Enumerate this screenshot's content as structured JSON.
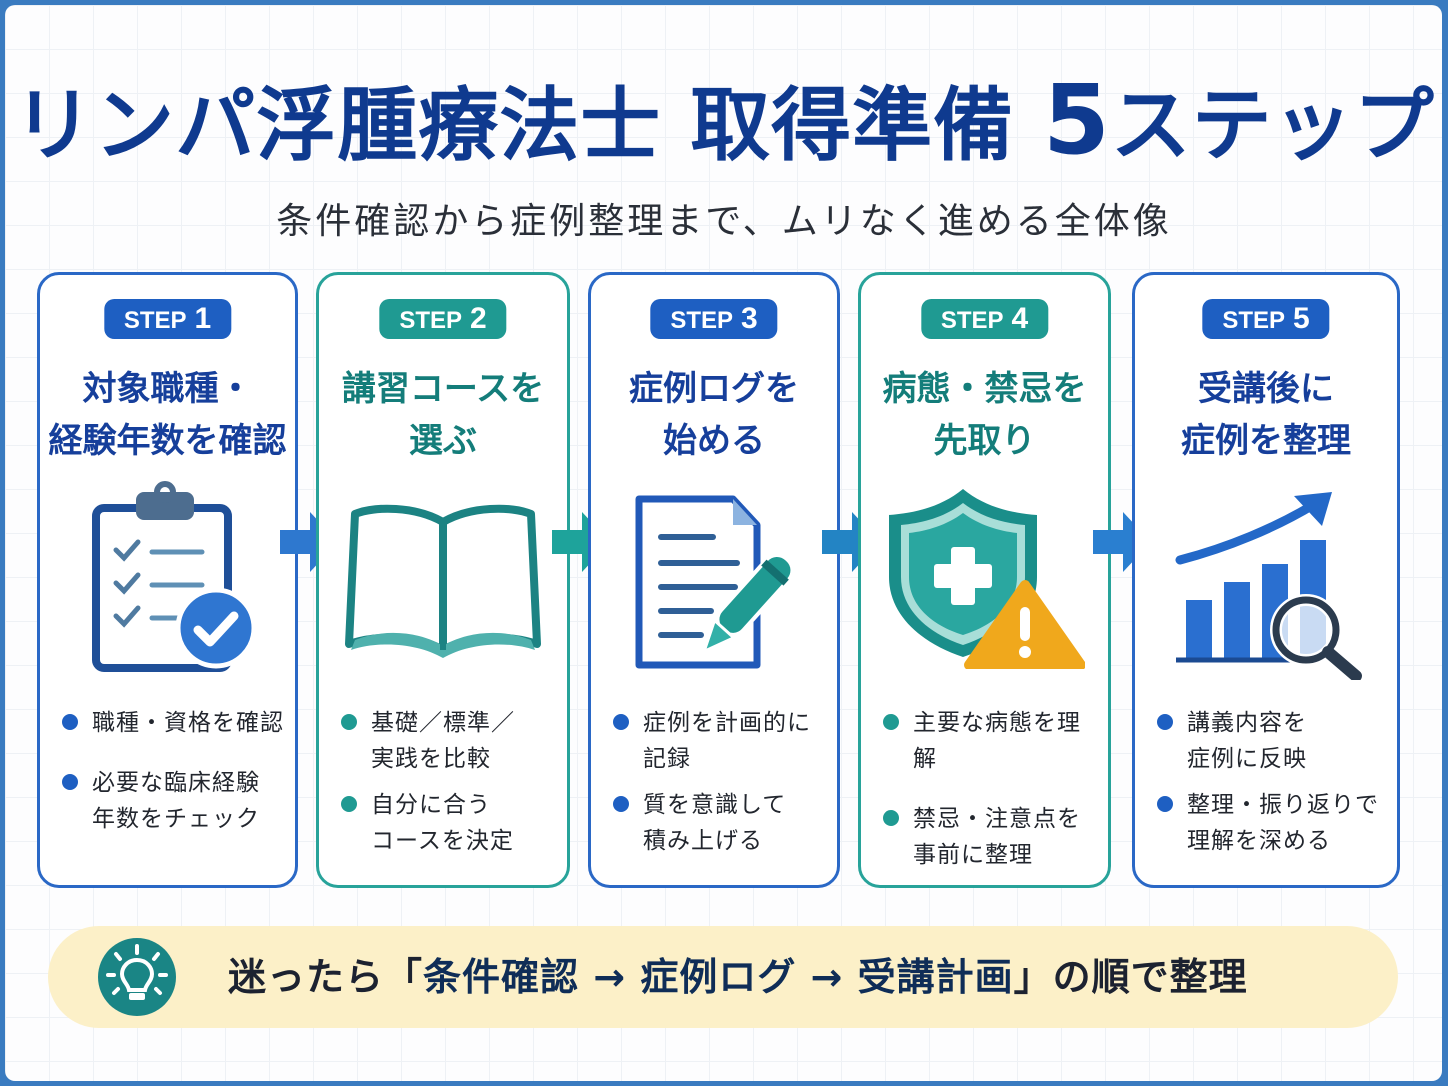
{
  "header": {
    "title_prefix": "リンパ浮腫療法士 取得準備 ",
    "title_number": "5",
    "title_suffix": "ステップ",
    "subtitle": "条件確認から症例整理まで、ムリなく進める全体像"
  },
  "colors": {
    "frame": "#3a7bc0",
    "navy_title": "#0f3a8f",
    "blue": "#1e5fc2",
    "teal": "#1f9a92",
    "warning": "#f0a81c",
    "tip_bg": "#fcf0c8"
  },
  "steps": [
    {
      "badge": "STEP",
      "number": "1",
      "theme": "blue",
      "heading_line1": "対象職種・",
      "heading_line2": "経験年数を確認",
      "icon": "clipboard-checklist-icon",
      "bullets": [
        "職種・資格を確認",
        "必要な臨床経験\n年数をチェック"
      ]
    },
    {
      "badge": "STEP",
      "number": "2",
      "theme": "teal",
      "heading_line1": "講習コースを",
      "heading_line2": "選ぶ",
      "icon": "open-book-icon",
      "bullets": [
        "基礎／標準／\n実践を比較",
        "自分に合う\nコースを決定"
      ]
    },
    {
      "badge": "STEP",
      "number": "3",
      "theme": "blue",
      "heading_line1": "症例ログを",
      "heading_line2": "始める",
      "icon": "document-pen-icon",
      "bullets": [
        "症例を計画的に\n記録",
        "質を意識して\n積み上げる"
      ]
    },
    {
      "badge": "STEP",
      "number": "4",
      "theme": "teal",
      "heading_line1": "病態・禁忌を",
      "heading_line2": "先取り",
      "icon": "shield-warning-icon",
      "bullets": [
        "主要な病態を理解",
        "禁忌・注意点を\n事前に整理"
      ]
    },
    {
      "badge": "STEP",
      "number": "5",
      "theme": "blue",
      "heading_line1": "受講後に",
      "heading_line2": "症例を整理",
      "icon": "chart-magnifier-icon",
      "bullets": [
        "講義内容を\n症例に反映",
        "整理・振り返りで\n理解を深める"
      ]
    }
  ],
  "tip": {
    "icon": "lightbulb-icon",
    "lead": "迷ったら「",
    "flow": "条件確認 → 症例ログ → 受講計画",
    "tail": "」の順で整理"
  }
}
